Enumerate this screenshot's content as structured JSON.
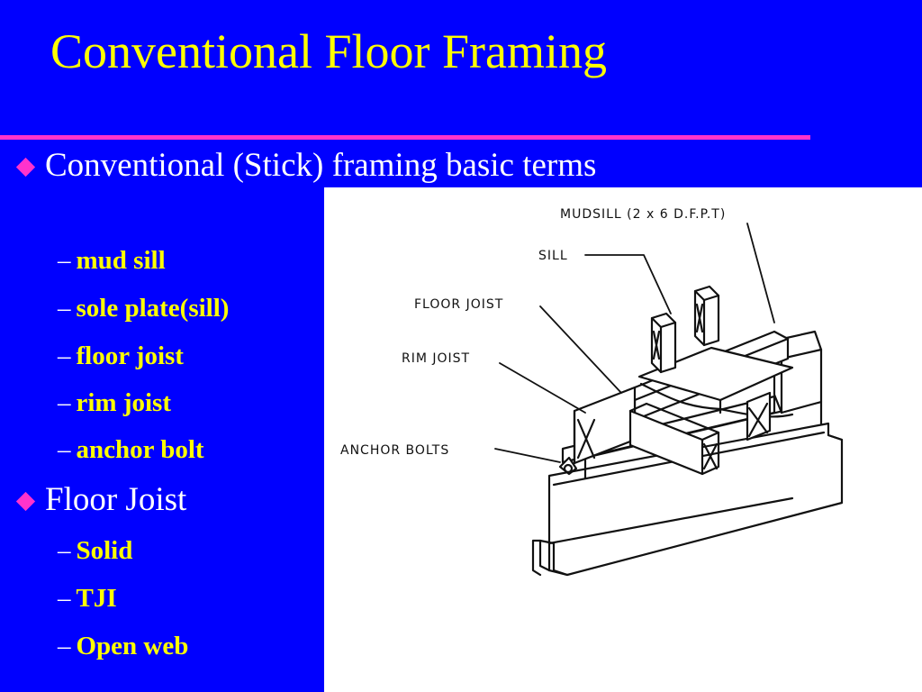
{
  "slide": {
    "title": "Conventional Floor Framing"
  },
  "bullets": [
    {
      "text": "Conventional (Stick) framing basic terms",
      "subitems": [
        "mud sill",
        "sole plate(sill)",
        "floor joist",
        "rim joist",
        "anchor bolt"
      ]
    },
    {
      "text": "Floor Joist",
      "subitems": [
        "Solid",
        "TJI",
        "Open web"
      ]
    }
  ],
  "dash": "–",
  "figure": {
    "labels": {
      "mudsill": "MUDSILL (2 x 6 D.F.P.T)",
      "sill": "SILL",
      "floor_joist": "FLOOR JOIST",
      "rim_joist": "RIM JOIST",
      "anchor_bolts": "ANCHOR BOLTS"
    }
  },
  "colors": {
    "background": "#0000ff",
    "title": "#ffff00",
    "rule": "#ff33cc",
    "bullet": "#ff33cc",
    "subitem": "#ffff00",
    "figure_background": "#ffffff"
  }
}
